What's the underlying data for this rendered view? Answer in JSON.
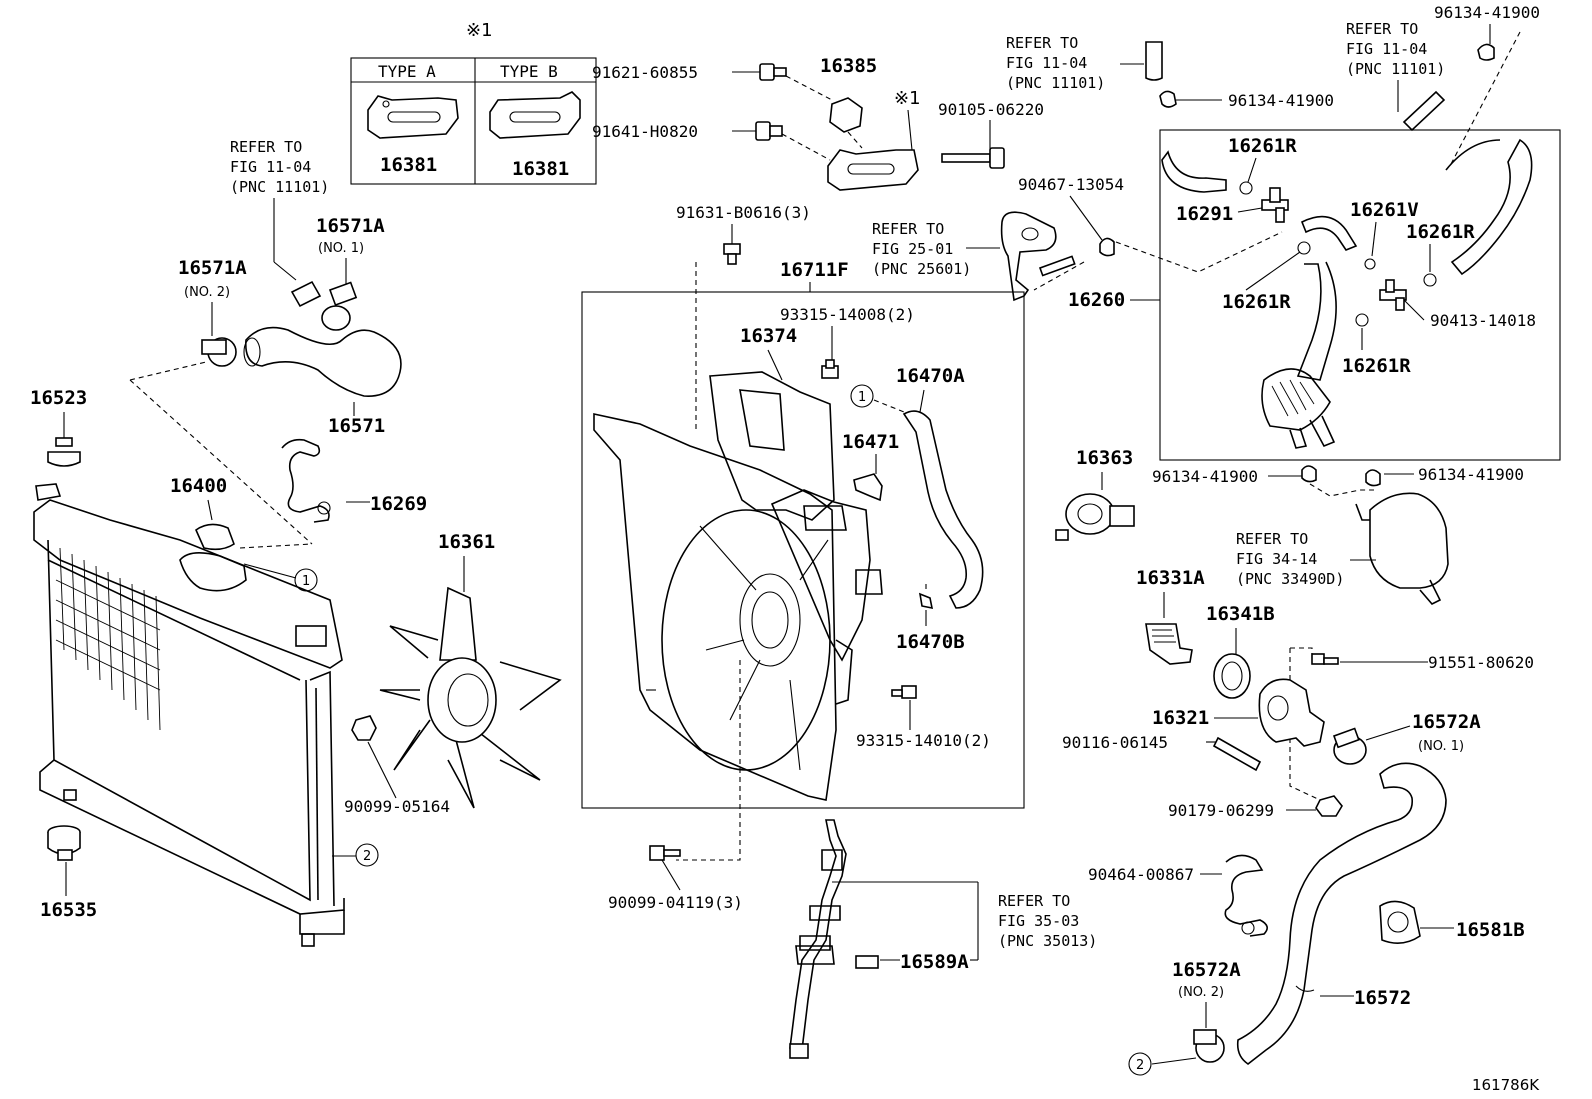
{
  "diagram_id": "161786K",
  "note_mark": "※1",
  "type_table": {
    "type_a_label": "TYPE  A",
    "type_b_label": "TYPE  B",
    "type_a_part": "16381",
    "type_b_part": "16381"
  },
  "parts": {
    "p91621_60855": "91621-60855",
    "p16385": "16385",
    "p91641_H0820": "91641-H0820",
    "p90105_06220": "90105-06220",
    "p91631_B0616": "91631-B0616(3)",
    "p16711F": "16711F",
    "p93315_14008": "93315-14008(2)",
    "p16374": "16374",
    "p16470A": "16470A",
    "p16471": "16471",
    "p16470B": "16470B",
    "p93315_14010": "93315-14010(2)",
    "p90099_04119": "90099-04119(3)",
    "p16589A": "16589A",
    "p16571A_no1": "16571A",
    "no1": "(NO. 1)",
    "p16571A_no2": "16571A",
    "no2": "(NO. 2)",
    "p16571": "16571",
    "p16523": "16523",
    "p16400": "16400",
    "p16269": "16269",
    "p16361": "16361",
    "p90099_05164": "90099-05164",
    "p16535": "16535",
    "p90467_13054": "90467-13054",
    "p16260": "16260",
    "p96134_41900_a": "96134-41900",
    "p96134_41900_b": "96134-41900",
    "p96134_41900_c": "96134-41900",
    "p96134_41900_d": "96134-41900",
    "p16261R_a": "16261R",
    "p16291": "16291",
    "p16261V": "16261V",
    "p16261R_b": "16261R",
    "p16261R_c": "16261R",
    "p16261R_d": "16261R",
    "p90413_14018": "90413-14018",
    "p16363": "16363",
    "p16331A": "16331A",
    "p16341B": "16341B",
    "p91551_80620": "91551-80620",
    "p16321": "16321",
    "p90116_06145": "90116-06145",
    "p16572A_no1": "16572A",
    "no1b": "(NO. 1)",
    "p90179_06299": "90179-06299",
    "p90464_00867": "90464-00867",
    "p16581B": "16581B",
    "p16572A_no2": "16572A",
    "no2b": "(NO. 2)",
    "p16572": "16572"
  },
  "refs": {
    "ref_11_04_left": [
      "REFER TO",
      "FIG 11-04",
      "(PNC 11101)"
    ],
    "ref_11_04_mid": [
      "REFER TO",
      "FIG 11-04",
      "(PNC 11101)"
    ],
    "ref_11_04_right": [
      "REFER TO",
      "FIG 11-04",
      "(PNC 11101)"
    ],
    "ref_25_01": [
      "REFER TO",
      "FIG 25-01",
      "(PNC 25601)"
    ],
    "ref_34_14": [
      "REFER TO",
      "FIG 34-14",
      "(PNC 33490D)"
    ],
    "ref_35_03": [
      "REFER TO",
      "FIG 35-03",
      "(PNC 35013)"
    ]
  },
  "callouts": {
    "c1": "1",
    "c2": "2"
  }
}
